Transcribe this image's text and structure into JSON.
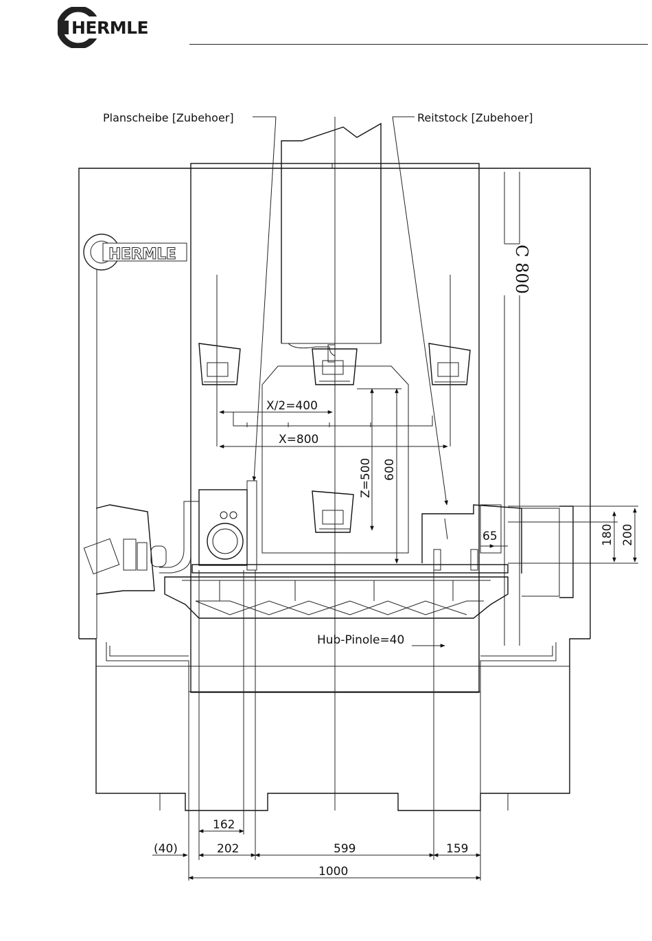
{
  "header": {
    "logo_text": "HERMLE"
  },
  "machine_badge": {
    "logo_text": "HERMLE",
    "model": "C 800"
  },
  "callouts": {
    "faceplate": "Planscheibe [Zubehoer]",
    "tailstock": "Reitstock [Zubehoer]"
  },
  "dimensions": {
    "x_half": "X/2=400",
    "x_full": "X=800",
    "z": "Z=500",
    "z_total": "600",
    "d65": "65",
    "d180": "180",
    "d200": "200",
    "hub_pinole": "Hub-Pinole=40",
    "d162": "162",
    "d40": "(40)",
    "d202": "202",
    "d599": "599",
    "d159": "159",
    "d1000": "1000"
  }
}
